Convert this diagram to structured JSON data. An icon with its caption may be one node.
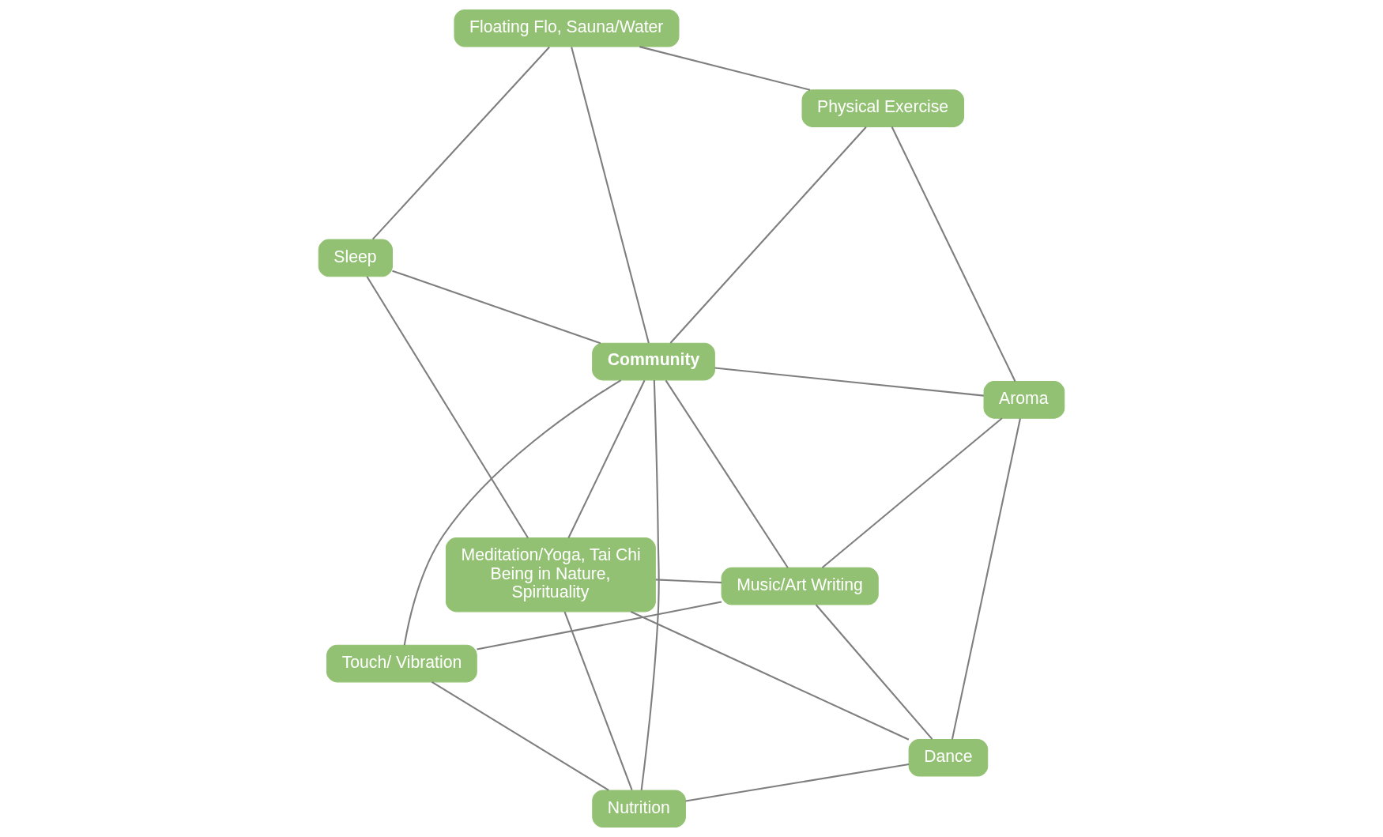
{
  "diagram": {
    "nodes": [
      {
        "text": [
          "Meditation/Yoga, Tai Chi Being in Nature, Spirituality"
        ]
      },
      {
        "text": [
          "Nutrition"
        ]
      },
      {
        "text": [
          "Sleep"
        ]
      },
      {
        "text": [
          "Floating Flo, Sauna/Water"
        ]
      },
      {
        "text": [
          "Dance"
        ]
      },
      {
        "text": [
          "Community"
        ]
      },
      {
        "text": [
          "Touch/ Vibration"
        ]
      },
      {
        "text": [
          "Physical Exercise"
        ]
      },
      {
        "text": [
          "Music/Art Writing"
        ]
      },
      {
        "text": [
          "Aroma"
        ]
      }
    ],
    "edges": [
      {
        "from": 1,
        "to": 0,
        "arrow": "none"
      },
      {
        "from": 0,
        "to": 2,
        "arrow": "none"
      },
      {
        "from": 0,
        "to": 4,
        "arrow": "none"
      },
      {
        "from": 0,
        "to": 8,
        "arrow": "none"
      },
      {
        "from": 0,
        "to": 5,
        "arrow": "none"
      },
      {
        "from": 1,
        "to": 5,
        "arrow": "none"
      },
      {
        "from": 1,
        "to": 4,
        "arrow": "none"
      },
      {
        "from": 4,
        "to": 9,
        "arrow": "none"
      },
      {
        "from": 1,
        "to": 6,
        "arrow": "none"
      },
      {
        "from": 2,
        "to": 5,
        "arrow": "none"
      },
      {
        "from": 2,
        "to": 3,
        "arrow": "none"
      },
      {
        "from": 6,
        "to": 5,
        "arrow": "none"
      },
      {
        "from": 5,
        "to": 3,
        "arrow": "none"
      },
      {
        "from": 3,
        "to": 7,
        "arrow": "none"
      },
      {
        "from": 5,
        "to": 7,
        "arrow": "none"
      },
      {
        "from": 5,
        "to": 8,
        "arrow": "none"
      },
      {
        "from": 5,
        "to": 9,
        "arrow": "none"
      },
      {
        "from": 4,
        "to": 8,
        "arrow": "none"
      },
      {
        "from": 6,
        "to": 8,
        "arrow": "none"
      },
      {
        "from": 8,
        "to": 9,
        "arrow": "none"
      },
      {
        "from": 7,
        "to": 9,
        "arrow": "none"
      }
    ]
  }
}
